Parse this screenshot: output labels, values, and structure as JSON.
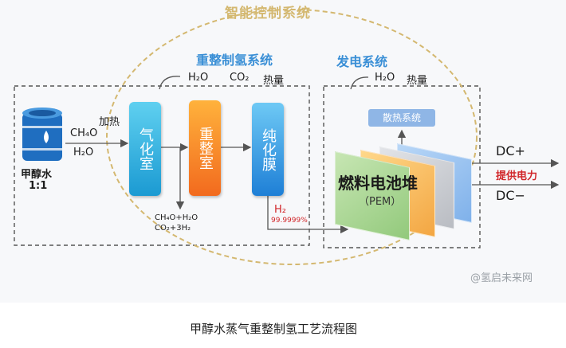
{
  "header": {
    "title": "智能控制系统"
  },
  "reforming": {
    "title": "重整制氢系统",
    "outputs": {
      "h2o": "H₂O",
      "co2": "CO₂",
      "heat": "热量"
    },
    "blocks": {
      "vaporizer": "气化室",
      "reformer": "重整室",
      "purifier": "纯化膜"
    },
    "reaction_1": "CH₄O+H₂O",
    "reaction_2": "CO₂+3H₂"
  },
  "feed": {
    "label": "甲醇水",
    "ratio": "1:1",
    "heating": "加热",
    "ch4o": "CH₄O",
    "h2o": "H₂O"
  },
  "power_system": {
    "title": "发电系统",
    "outputs": {
      "h2o": "H₂O",
      "heat": "热量"
    },
    "radiator": "散热系统",
    "stack": "燃料电池堆",
    "pem": "（PEM）",
    "dc_plus": "DC+",
    "supply": "提供电力",
    "dc_minus": "DC−"
  },
  "hydrogen": {
    "label": "H₂",
    "purity": "99.9999%"
  },
  "watermark": "@氢启未来网",
  "caption": "甲醇水蒸气重整制氢工艺流程图",
  "colors": {
    "accent_blue": "#3a8fd6",
    "accent_red": "#d1262a",
    "gold": "#d4b870"
  }
}
